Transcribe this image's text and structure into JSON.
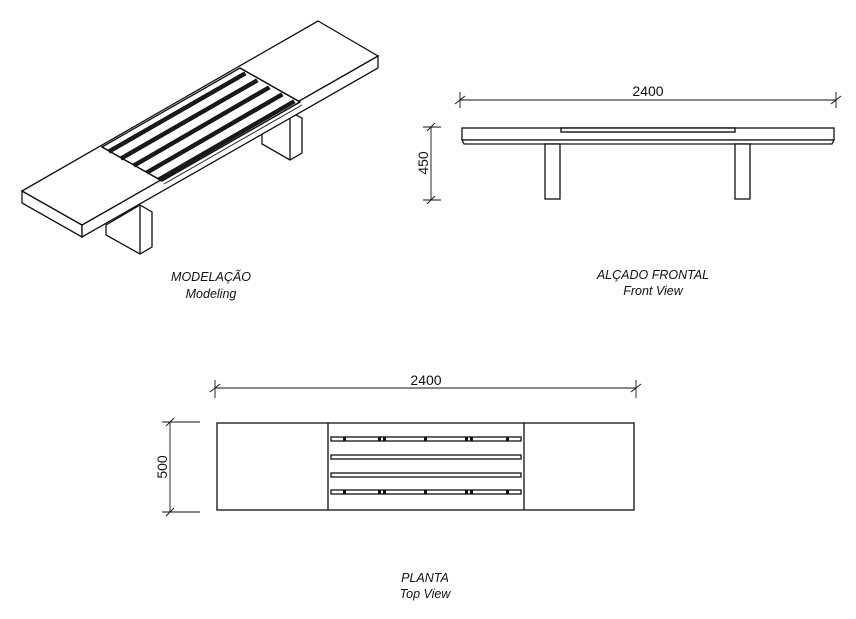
{
  "views": {
    "modeling": {
      "title": "MODELAÇÃO",
      "subtitle": "Modeling"
    },
    "front": {
      "title": "ALÇADO FRONTAL",
      "subtitle": "Front View",
      "width_dim": "2400",
      "height_dim": "450"
    },
    "plan": {
      "title": "PLANTA",
      "subtitle": "Top View",
      "width_dim": "2400",
      "height_dim": "500"
    }
  }
}
